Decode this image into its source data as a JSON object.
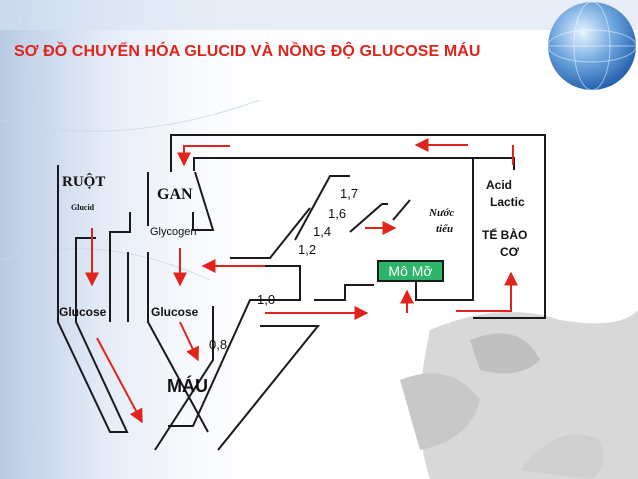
{
  "title": "SƠ ĐỒ CHUYỂN HÓA GLUCID VÀ NỒNG ĐỘ GLUCOSE MÁU",
  "nodes": {
    "ruot": "RUỘT",
    "glucid": "Glucid",
    "gan": "GAN",
    "glycogen": "Glycogen",
    "glucose_ruot": "Glucose",
    "glucose_gan": "Glucose",
    "mau": "MÁU",
    "acid": "Acid",
    "lactic": "Lactic",
    "te_bao": "TẾ BÀO",
    "co": "CƠ",
    "nuoc": "Nước",
    "tieu": "tiểu",
    "mo_mo": "Mô Mỡ"
  },
  "levels": [
    "1,7",
    "1,6",
    "1,4",
    "1,2",
    "1,0",
    "0,8"
  ],
  "colors": {
    "title": "#e0241b",
    "arrow": "#e0241b",
    "line": "#1a1a1a",
    "fat_box": "#2db56a"
  }
}
